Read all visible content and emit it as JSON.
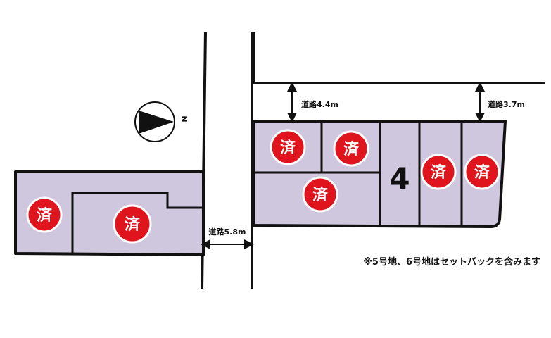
{
  "sold_label": "済",
  "lot_number": "4",
  "road_labels": {
    "road_center": "道路5.8m",
    "road_north_left": "道路4.4m",
    "road_north_right": "道路3.7m"
  },
  "compass_letter": "N",
  "footnote": "※5号地、6号地はセットバックを含みます",
  "colors": {
    "lot_fill": "#cfc7dd",
    "outline": "#111111",
    "sold_circle": "#e0141d",
    "sold_ring": "#ffffff"
  }
}
